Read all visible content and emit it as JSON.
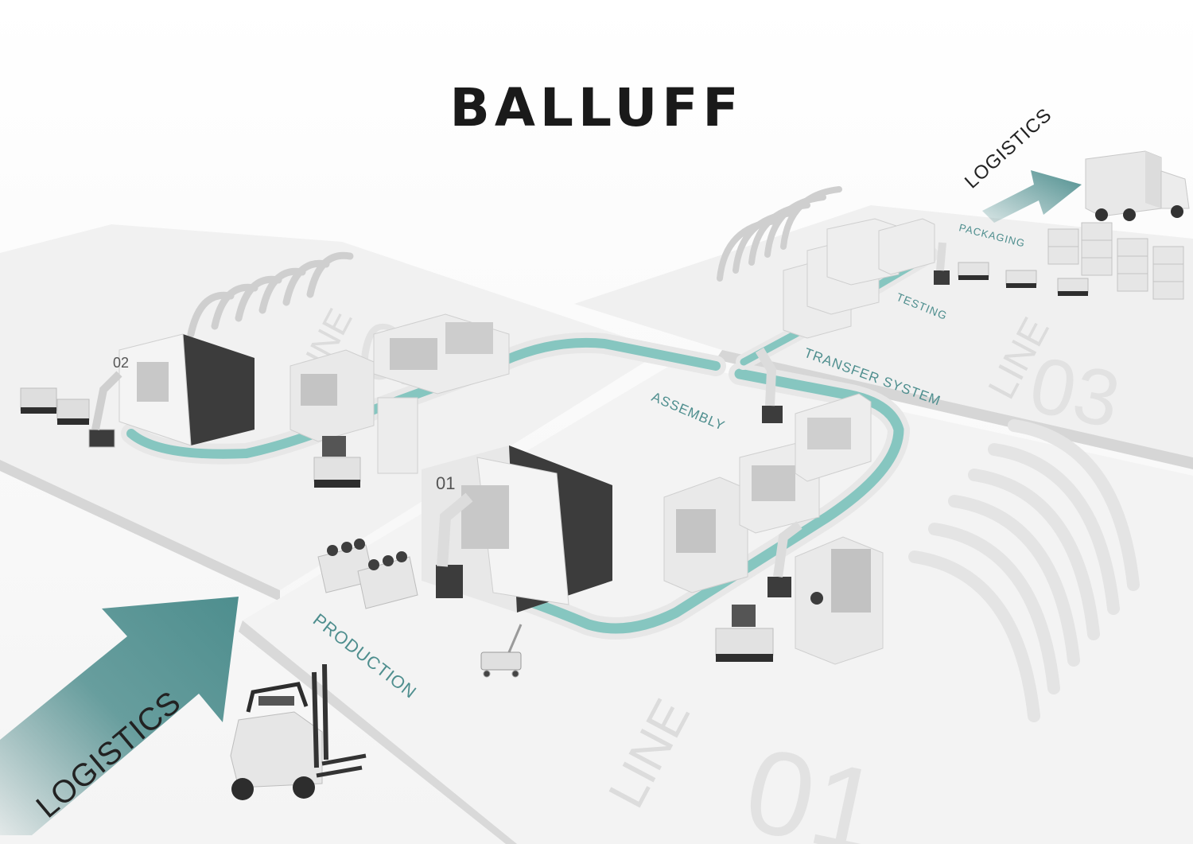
{
  "brand": {
    "logo_text": "BALLUFF"
  },
  "labels": {
    "logistics_left": "LOGISTICS",
    "logistics_top": "LOGISTICS",
    "production": "PRODUCTION",
    "assembly": "ASSEMBLY",
    "transfer_system": "TRANSFER SYSTEM",
    "testing": "TESTING",
    "packaging": "PACKAGING"
  },
  "lines": {
    "line01_word": "LINE",
    "line01_num": "01",
    "line02_word": "LINE",
    "line02_num": "02",
    "line03_word": "LINE",
    "line03_num": "03"
  },
  "machine_tags": {
    "line01_machine": "01",
    "line02_machine": "02"
  },
  "colors": {
    "accent": "#4e8e8e",
    "accent_light": "#9fd0cc",
    "conveyor": "#86c6c0",
    "platform": "#f1f1f1",
    "platform_edge": "#d4d4d4",
    "machine_dark": "#3c3c3c",
    "text_dark": "#1a1a1a",
    "big_text": "#dcdcdc"
  },
  "icons": [
    "arrow-icon",
    "truck-icon",
    "forklift-icon",
    "robot-arm-icon",
    "cnc-machine-icon",
    "agv-icon",
    "hand-pallet-truck-icon",
    "box-stack-icon"
  ]
}
